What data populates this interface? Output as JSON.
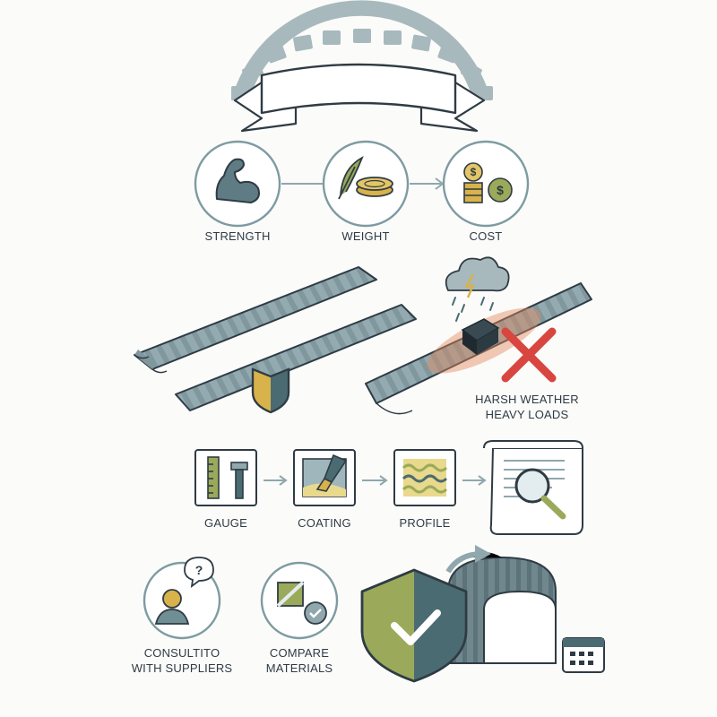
{
  "factors": [
    {
      "label": "STRENGTH",
      "icon": "flexed-arm-icon"
    },
    {
      "label": "WEIGHT",
      "icon": "feather-coins-icon"
    },
    {
      "label": "COST",
      "icon": "dollar-coins-icon"
    }
  ],
  "warning": {
    "line1": "HARSH WEATHER",
    "line2": "HEAVY LOADS"
  },
  "steps": [
    {
      "label": "GAUGE",
      "icon": "ruler-caliper-icon"
    },
    {
      "label": "COATING",
      "icon": "paint-brush-icon"
    },
    {
      "label": "PROFILE",
      "icon": "wave-profile-icon"
    },
    {
      "label": "",
      "icon": "document-magnifier-icon"
    }
  ],
  "actions": [
    {
      "line1": "CONSULTITO",
      "line2": "WITH SUPPLIERS",
      "icon": "person-question-icon"
    },
    {
      "line1": "COMPARE",
      "line2": "MATERIALS",
      "icon": "compare-chat-icon"
    }
  ],
  "colors": {
    "stroke": "#6f8f95",
    "metal": "#8fa7ad",
    "olive": "#9aaa5a",
    "slate": "#4b6b72",
    "red": "#d9453f",
    "gold": "#d8b24a"
  }
}
